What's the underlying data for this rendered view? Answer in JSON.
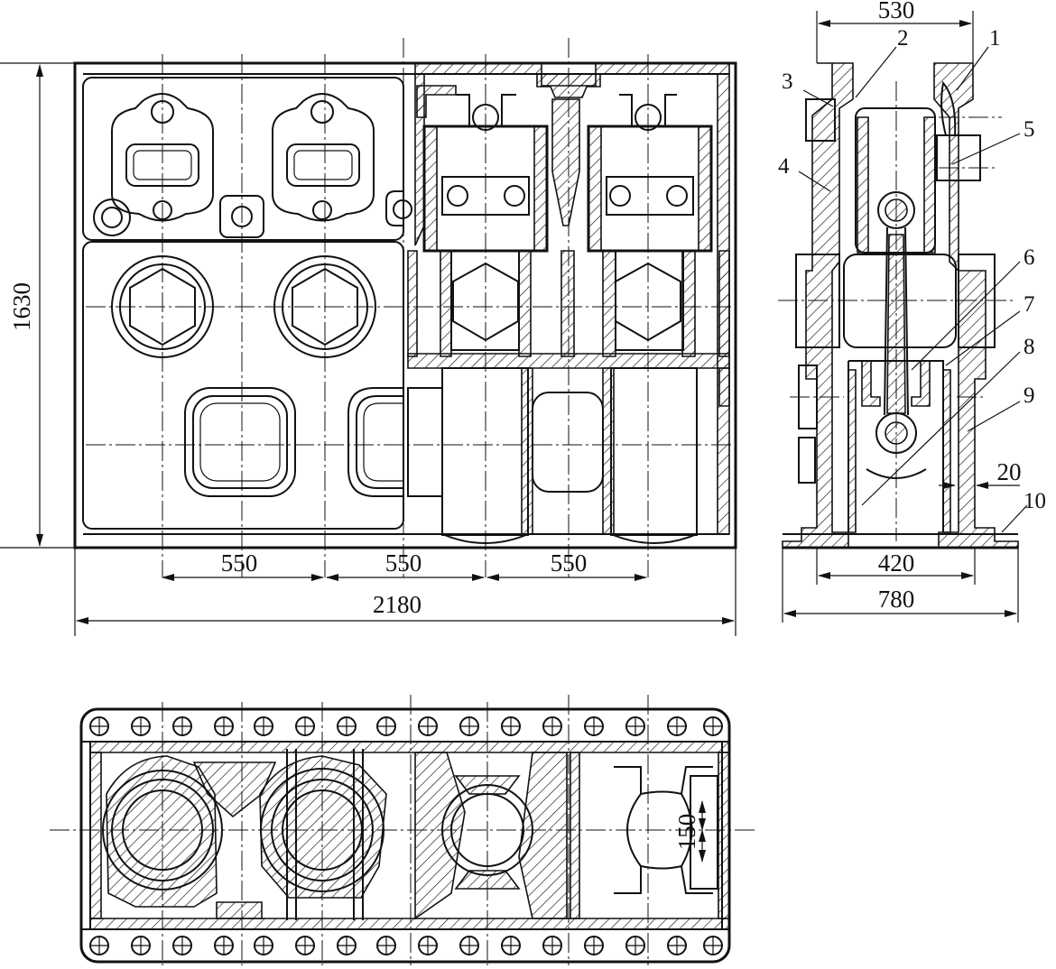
{
  "dimensions": {
    "height_total": "1630",
    "pitch_1": "550",
    "pitch_2": "550",
    "pitch_3": "550",
    "length_total": "2180",
    "top_width": "530",
    "inner_width": "420",
    "base_width": "780",
    "wall_thickness": "20",
    "bore_offset": "150"
  },
  "part_numbers": [
    "1",
    "2",
    "3",
    "4",
    "5",
    "6",
    "7",
    "8",
    "9",
    "10"
  ]
}
